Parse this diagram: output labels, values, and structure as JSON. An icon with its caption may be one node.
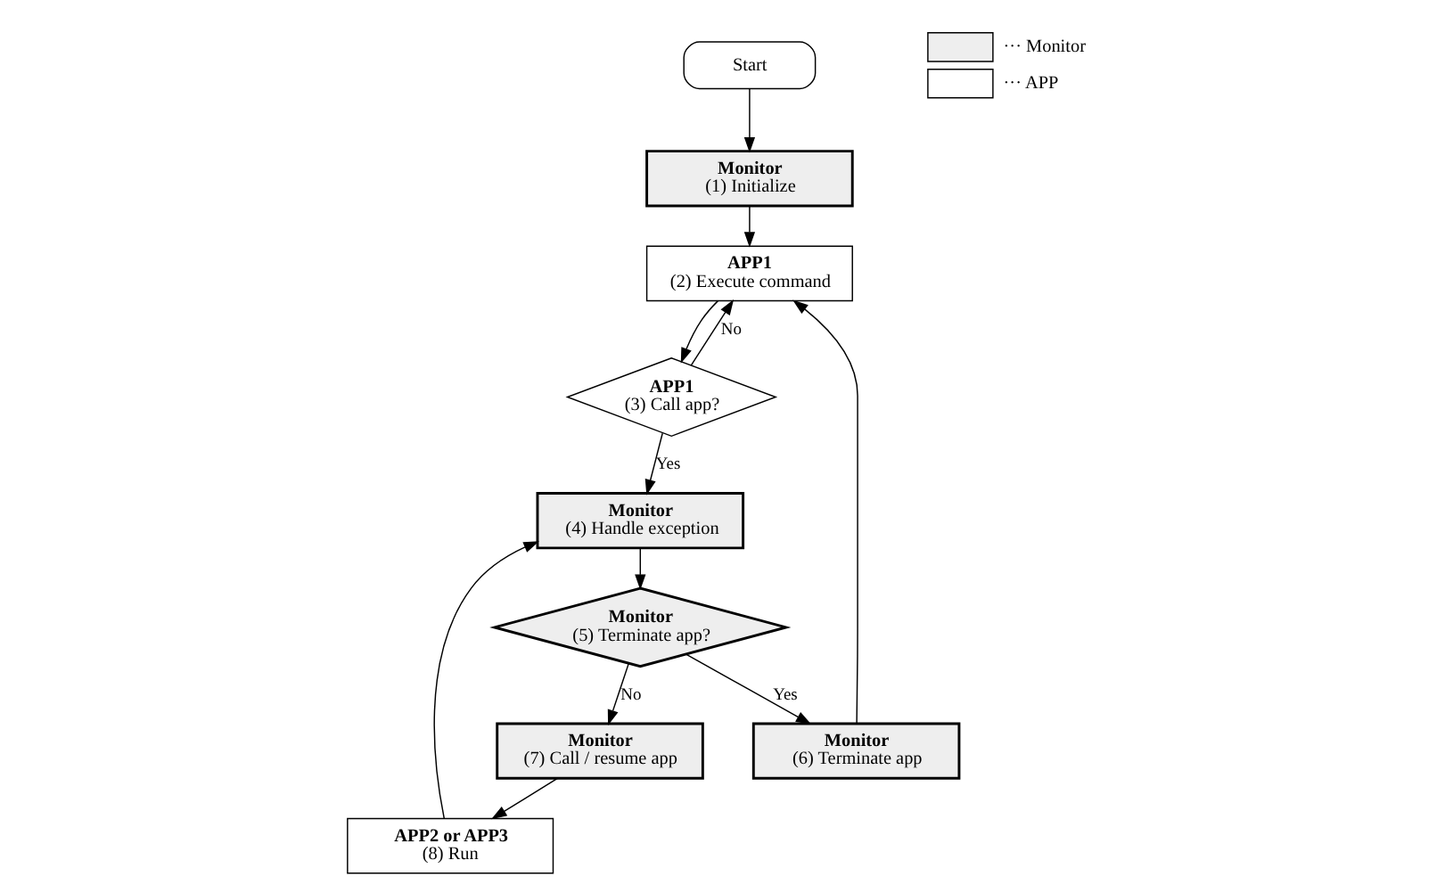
{
  "diagram": {
    "nodes": [
      {
        "text": [
          "Start"
        ]
      },
      {
        "text": [
          "Monitor",
          "(1) Initialize"
        ]
      },
      {
        "text": [
          "APP1",
          "(2) Execute command"
        ]
      },
      {
        "text": [
          "APP1",
          "(3) Call app?"
        ]
      },
      {
        "text": [
          "Monitor",
          "(4) Handle exception"
        ]
      },
      {
        "text": [
          "Monitor",
          "(5) Terminate app?"
        ]
      },
      {
        "text": [
          "Monitor",
          "(6) Terminate app"
        ]
      },
      {
        "text": [
          "Monitor",
          "(7) Call / resume app"
        ]
      },
      {
        "text": [
          "APP2 or APP3",
          "(8) Run"
        ]
      }
    ],
    "edges": [
      {
        "from": 0,
        "to": 1,
        "arrow": "to"
      },
      {
        "from": 1,
        "to": 2,
        "arrow": "to"
      },
      {
        "from": 2,
        "to": 3,
        "arrow": "to"
      },
      {
        "from": 3,
        "to": 2,
        "arrow": "to",
        "label": "No"
      },
      {
        "from": 3,
        "to": 4,
        "arrow": "to",
        "label": "Yes"
      },
      {
        "from": 4,
        "to": 5,
        "arrow": "to"
      },
      {
        "from": 5,
        "to": 7,
        "arrow": "to",
        "label": "No"
      },
      {
        "from": 5,
        "to": 6,
        "arrow": "to",
        "label": "Yes"
      },
      {
        "from": 6,
        "to": 2,
        "arrow": "to"
      },
      {
        "from": 7,
        "to": 8,
        "arrow": "to"
      },
      {
        "from": 8,
        "to": 4,
        "arrow": "to"
      }
    ],
    "legend": [
      {
        "text": "··· Monitor",
        "color": "#eeeeee"
      },
      {
        "text": "··· APP",
        "color": "#ffffff"
      }
    ]
  }
}
